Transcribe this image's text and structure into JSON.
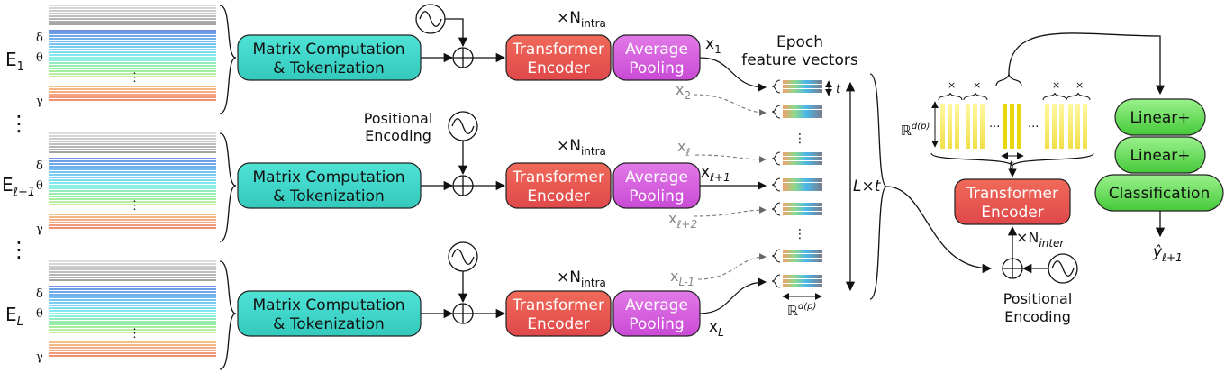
{
  "epochs": [
    {
      "label": "E",
      "sub": "1"
    },
    {
      "label": "E",
      "sub": "ℓ+1"
    },
    {
      "label": "E",
      "sub": "L"
    }
  ],
  "bands": {
    "delta": "δ",
    "theta": "θ",
    "gamma": "γ",
    "dots": "⋮"
  },
  "matrix_box": {
    "line1": "Matrix Computation",
    "line2": "& Tokenization"
  },
  "transformer_box": {
    "line1": "Transformer",
    "line2": "Encoder"
  },
  "pooling_box": {
    "line1": "Average",
    "line2": "Pooling"
  },
  "n_intra": {
    "prefix": "×N",
    "sub": "intra"
  },
  "positional_encoding": {
    "line1": "Positional",
    "line2": "Encoding"
  },
  "outputs": {
    "x1": {
      "main": "x",
      "sub": "1"
    },
    "x2": {
      "main": "x",
      "sub": "2"
    },
    "xl": {
      "main": "x",
      "sub": "ℓ"
    },
    "xl1": {
      "main": "x",
      "sub": "ℓ+1"
    },
    "xl2": {
      "main": "x",
      "sub": "ℓ+2"
    },
    "xL1": {
      "main": "x",
      "sub": "L-1"
    },
    "xL": {
      "main": "x",
      "sub": "L"
    }
  },
  "epoch_feature": {
    "line1": "Epoch",
    "line2": "feature vectors"
  },
  "dim_t": "t",
  "dim_Lt": "L×t",
  "real_dim": {
    "R": "ℝ",
    "sup": "d(p)"
  },
  "inter": {
    "prefix": "×N",
    "sub": "inter"
  },
  "linear1": "Linear+",
  "linear2": "Linear+",
  "classification": "Classification",
  "yhat": {
    "main": "ŷ",
    "sub": "ℓ+1"
  },
  "vdots": "⋮",
  "ellipsis": "...",
  "times": "×"
}
